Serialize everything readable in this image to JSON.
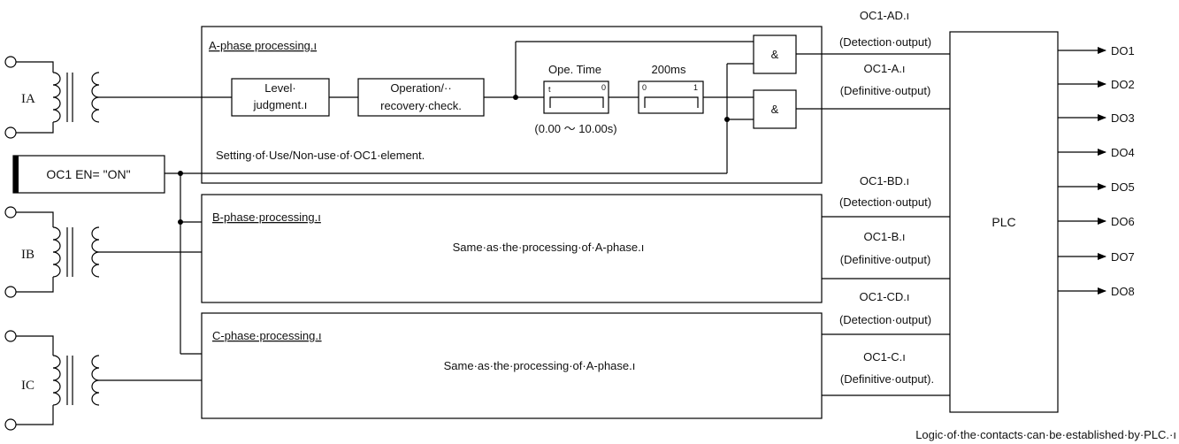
{
  "inputs": {
    "ia": "IA",
    "ib": "IB",
    "ic": "IC",
    "enable": "OC1 EN= \"ON\""
  },
  "phase_a": {
    "title": "A-phase processing.ı",
    "level_line1": "Level·",
    "level_line2": "judgment.ı",
    "oprec_line1": "Operation/··",
    "oprec_line2": "recovery·check.",
    "timer1_label": "Ope. Time",
    "timer1_t": "t",
    "timer1_zero": "0",
    "timer2_label": "200ms",
    "timer2_zero": "0",
    "timer2_one": "1",
    "range": "(0.00 〜 10.00s)",
    "setting": "Setting·of·Use/Non-use·of·OC1·element.",
    "and1": "&",
    "and2": "&"
  },
  "phase_b": {
    "title": "B-phase·processing.ı",
    "same": "Same·as·the·processing·of·A-phase.ı"
  },
  "phase_c": {
    "title": "C-phase·processing.ı",
    "same": "Same·as·the·processing·of·A-phase.ı"
  },
  "signals": {
    "a_det": "OC1-AD.ı",
    "a_det_desc": "(Detection·output)",
    "a_def": "OC1-A.ı",
    "a_def_desc": "(Definitive·output)",
    "b_det": "OC1-BD.ı",
    "b_det_desc": "(Detection·output)",
    "b_def": "OC1-B.ı",
    "b_def_desc": "(Definitive·output)",
    "c_det": "OC1-CD.ı",
    "c_det_desc": "(Detection·output)",
    "c_def": "OC1-C.ı",
    "c_def_desc": "(Definitive·output)."
  },
  "plc": {
    "label": "PLC",
    "outputs": [
      "DO1",
      "DO2",
      "DO3",
      "DO4",
      "DO5",
      "DO6",
      "DO7",
      "DO8"
    ]
  },
  "footnote": "Logic·of·the·contacts·can·be·established·by·PLC.·ı"
}
